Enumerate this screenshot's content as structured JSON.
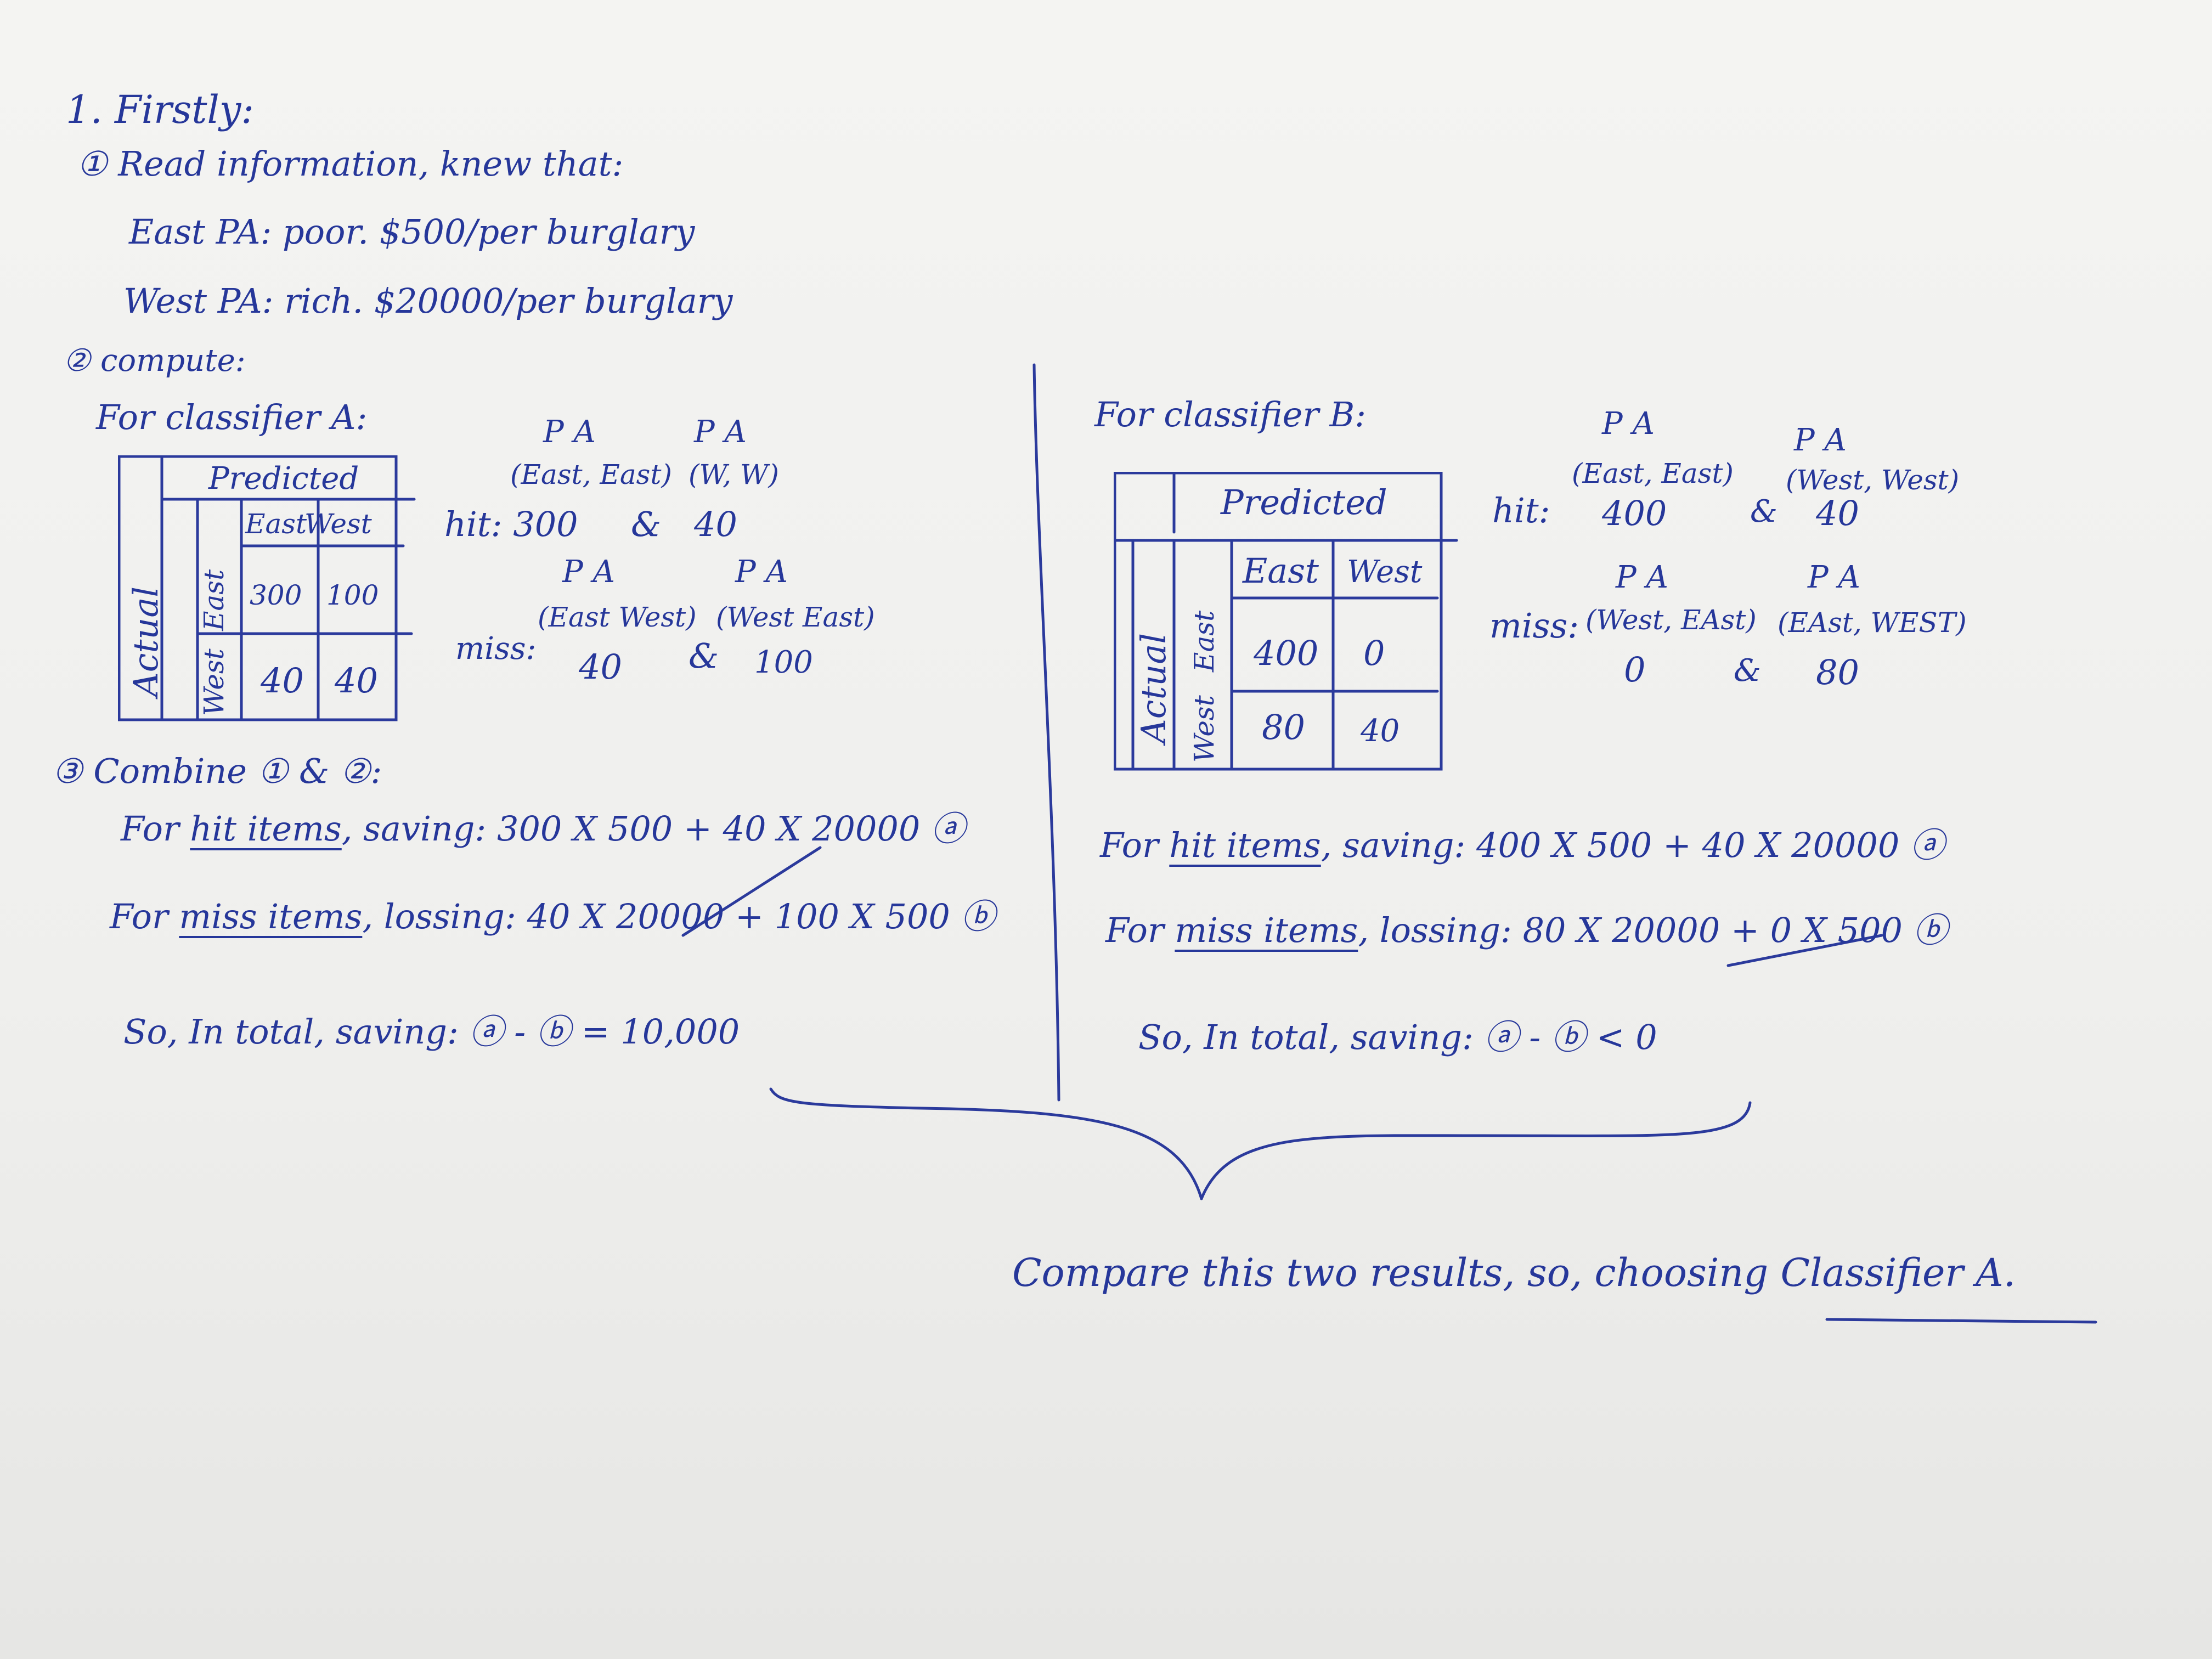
{
  "section1": {
    "heading": "1. Firstly:",
    "step1": "① Read information, knew that:",
    "east": "East PA: poor. $500/per burglary",
    "west": "West PA: rich. $20000/per burglary",
    "step2": "② compute:",
    "step3": "③ Combine ① & ②:"
  },
  "classifierA": {
    "title": "For classifier A:",
    "table": {
      "predicted": "Predicted",
      "actual": "Actual",
      "col_east": "East",
      "col_west": "West",
      "row_east": "East",
      "row_west": "West",
      "cells": [
        "300",
        "100",
        "40",
        "40"
      ]
    },
    "hit_pa1": "P  A",
    "hit_pa2": "P  A",
    "hit_pair1": "(East, East)",
    "hit_pair2": "(W, W)",
    "hit_label": "hit: 300",
    "hit_amp": "&",
    "hit_val2": "40",
    "miss_pa1": "P  A",
    "miss_pa2": "P  A",
    "miss_pair1": "(East West)",
    "miss_pair2": "(West East)",
    "miss_label": "miss:",
    "miss_val1": "40",
    "miss_amp": "&",
    "miss_val2": "100",
    "hit_line_pre": "For",
    "hit_line_u": "hit items",
    "hit_line_rest": ", saving: 300 X 500  + 40 X 20000 ⓐ",
    "miss_line_pre": "For",
    "miss_line_u": "miss items",
    "miss_line_rest": ", lossing: 40 X 20000 + 100 X 500  ⓑ",
    "total": "So, In total, saving:  ⓐ - ⓑ = 10,000"
  },
  "classifierB": {
    "title": "For classifier B:",
    "table": {
      "predicted": "Predicted",
      "actual": "Actual",
      "col_east": "East",
      "col_west": "West",
      "row_east": "East",
      "row_west": "West",
      "cells": [
        "400",
        "0",
        "80",
        "40"
      ]
    },
    "hit_pa1": "P  A",
    "hit_pa2": "P  A",
    "hit_pair1": "(East, East)",
    "hit_pair2": "(West, West)",
    "hit_label": "hit:",
    "hit_val1": "400",
    "hit_amp": "&",
    "hit_val2": "40",
    "miss_pa1": "P  A",
    "miss_pa2": "P  A",
    "miss_pair1": "(West, EAst)",
    "miss_pair2": "(EAst, WEST)",
    "miss_label": "miss:",
    "miss_val1": "0",
    "miss_amp": "&",
    "miss_val2": "80",
    "hit_line_pre": "For",
    "hit_line_u": "hit items",
    "hit_line_rest": ", saving: 400 X 500 + 40 X 20000 ⓐ",
    "miss_line_pre": "For",
    "miss_line_u": "miss items",
    "miss_line_rest": ", lossing: 80 X 20000 + 0 X 500  ⓑ",
    "total": "So, In total, saving:  ⓐ - ⓑ < 0"
  },
  "conclusion": {
    "pre": "Compare this two results, so, choosing",
    "choice": "Classifier A."
  }
}
